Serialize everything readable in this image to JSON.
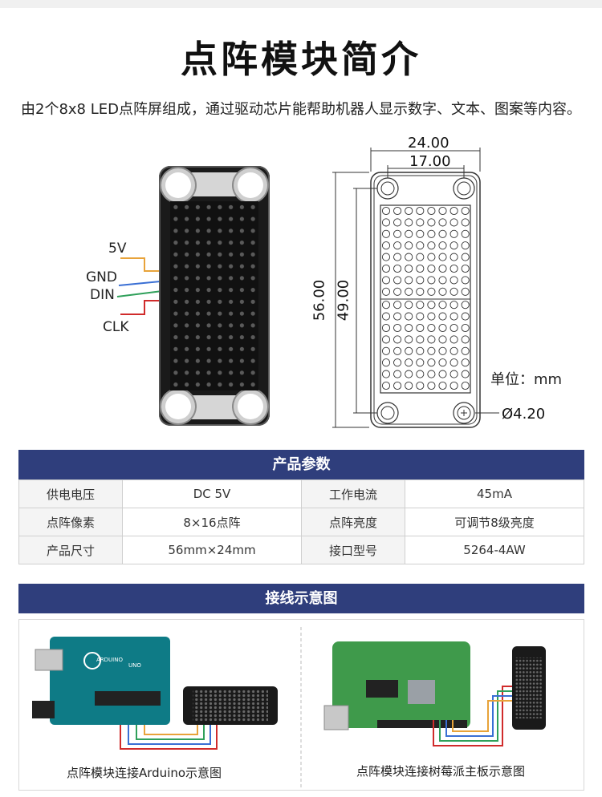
{
  "title": "点阵模块简介",
  "intro": "由2个8x8 LED点阵屏组成，通过驱动芯片能帮助机器人显示数字、文本、图案等内容。",
  "pins": [
    "5V",
    "GND",
    "DIN",
    "CLK"
  ],
  "wire_colors": {
    "5V": "#e8a33a",
    "GND": "#3a6fd4",
    "DIN": "#2fa05a",
    "CLK": "#d02b2b"
  },
  "dimensions": {
    "width_outer": "24.00",
    "width_holes": "17.00",
    "height_outer": "56.00",
    "height_holes": "49.00",
    "hole_diameter": "Ø4.20",
    "unit": "单位：mm"
  },
  "params": {
    "header": "产品参数",
    "rows": [
      {
        "k1": "供电电压",
        "v1": "DC 5V",
        "k2": "工作电流",
        "v2": "45mA"
      },
      {
        "k1": "点阵像素",
        "v1": "8×16点阵",
        "k2": "点阵亮度",
        "v2": "可调节8级亮度"
      },
      {
        "k1": "产品尺寸",
        "v1": "56mm×24mm",
        "k2": "接口型号",
        "v2": "5264-4AW"
      }
    ]
  },
  "wiring": {
    "header": "接线示意图",
    "arduino_caption": "点阵模块连接Arduino示意图",
    "pi_caption": "点阵模块连接树莓派主板示意图",
    "arduino_logo": "ARDUINO",
    "arduino_model": "UNO"
  },
  "colors": {
    "accent": "#2f3e7c",
    "arduino": "#0e7b86",
    "raspberry_pi": "#3f9a4b"
  }
}
